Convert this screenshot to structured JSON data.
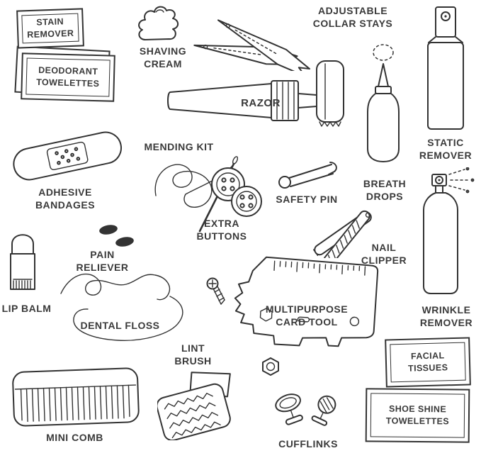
{
  "title": "Grooming and travel kit items illustration",
  "colors": {
    "ink": "#333333",
    "background": "#ffffff",
    "text": "#3a3a3a"
  },
  "items": {
    "stain_remover": {
      "label": "STAIN REMOVER"
    },
    "deodorant_towelettes": {
      "label": "DEODORANT TOWELETTES"
    },
    "shaving_cream": {
      "label": "SHAVING CREAM"
    },
    "adjustable_collar_stays": {
      "label": "ADJUSTABLE COLLAR STAYS"
    },
    "razor": {
      "label": "RAZOR"
    },
    "static_remover": {
      "label": "STATIC REMOVER"
    },
    "mending_kit": {
      "label": "MENDING KIT"
    },
    "adhesive_bandages": {
      "label": "ADHESIVE BANDAGES"
    },
    "safety_pin": {
      "label": "SAFETY PIN"
    },
    "breath_drops": {
      "label": "BREATH DROPS"
    },
    "extra_buttons": {
      "label": "EXTRA BUTTONS"
    },
    "pain_reliever": {
      "label": "PAIN RELIEVER"
    },
    "nail_clipper": {
      "label": "NAIL CLIPPER"
    },
    "lip_balm": {
      "label": "LIP BALM"
    },
    "dental_floss": {
      "label": "DENTAL FLOSS"
    },
    "multipurpose_card_tool": {
      "label": "MULTIPURPOSE CARD TOOL"
    },
    "wrinkle_remover": {
      "label": "WRINKLE REMOVER"
    },
    "lint_brush": {
      "label": "LINT BRUSH"
    },
    "facial_tissues": {
      "label": "FACIAL TISSUES"
    },
    "shoe_shine_towelettes": {
      "label": "SHOE SHINE TOWELETTES"
    },
    "mini_comb": {
      "label": "MINI COMB"
    },
    "cufflinks": {
      "label": "CUFFLINKS"
    }
  }
}
